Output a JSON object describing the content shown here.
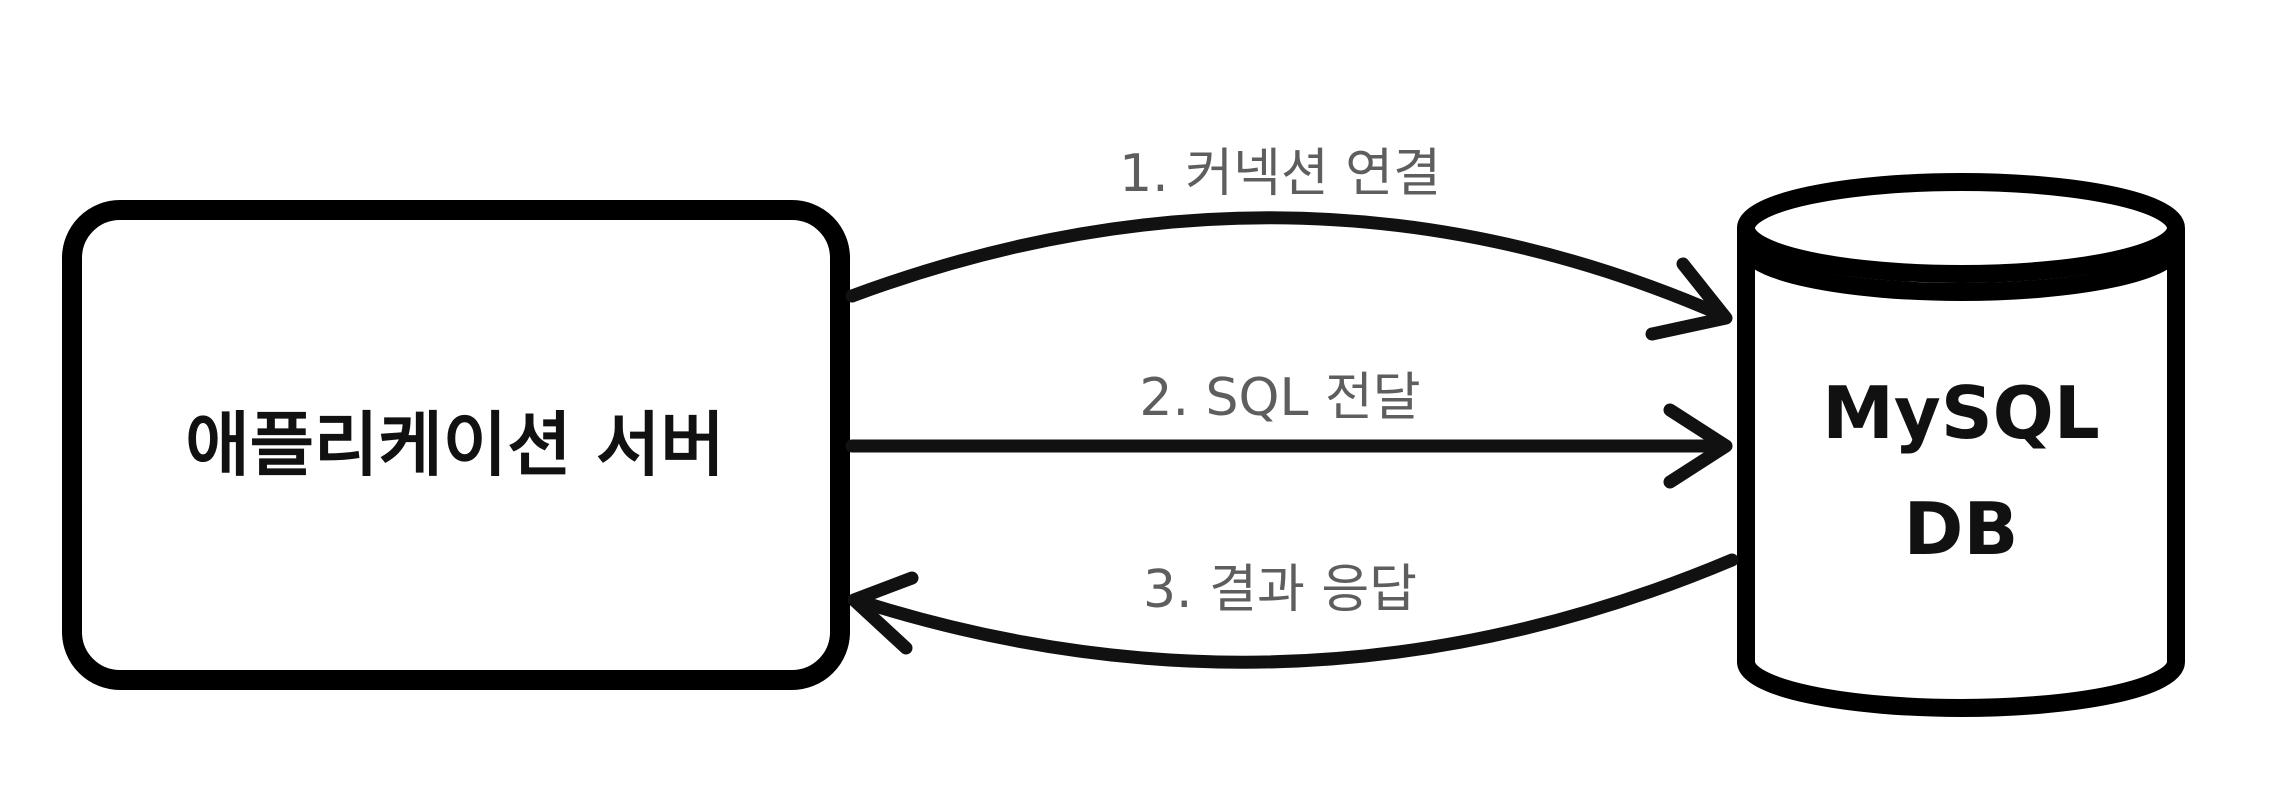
{
  "nodes": {
    "app_server": {
      "label": "애플리케이션 서버"
    },
    "db": {
      "label_line1": "MySQL",
      "label_line2": "DB"
    }
  },
  "edges": [
    {
      "label": "1. 커넥션 연결"
    },
    {
      "label": "2. SQL 전달"
    },
    {
      "label": "3. 결과 응답"
    }
  ]
}
